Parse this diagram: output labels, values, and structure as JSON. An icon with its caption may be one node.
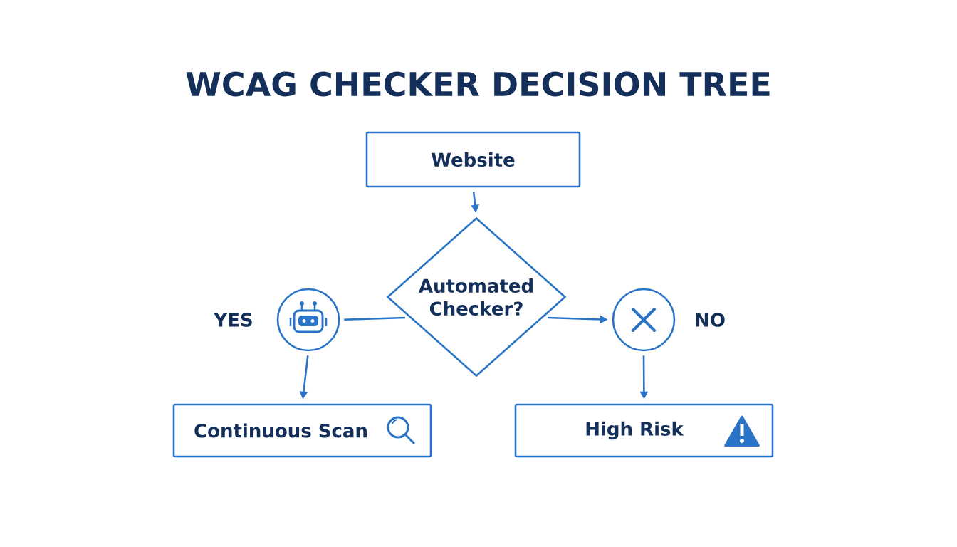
{
  "diagram": {
    "title": "WCAG CHECKER DECISION TREE",
    "nodes": [
      {
        "text": [
          "Website"
        ]
      },
      {
        "text": [
          "Automated Checker?"
        ]
      },
      {
        "text": [],
        "shape": "circle"
      },
      {
        "text": [],
        "shape": "circle"
      },
      {
        "text": [
          "Continuous Scan"
        ]
      },
      {
        "text": [
          "High Risk"
        ]
      }
    ],
    "edges": [
      {
        "from": 0,
        "to": 1,
        "arrow": "to"
      },
      {
        "from": 1,
        "to": 2,
        "arrow": "none"
      },
      {
        "from": 1,
        "to": 3,
        "arrow": "to"
      },
      {
        "from": 2,
        "to": 4,
        "arrow": "to"
      },
      {
        "from": 3,
        "to": 5,
        "arrow": "to"
      }
    ],
    "labels": [
      "YES",
      "NO"
    ]
  }
}
